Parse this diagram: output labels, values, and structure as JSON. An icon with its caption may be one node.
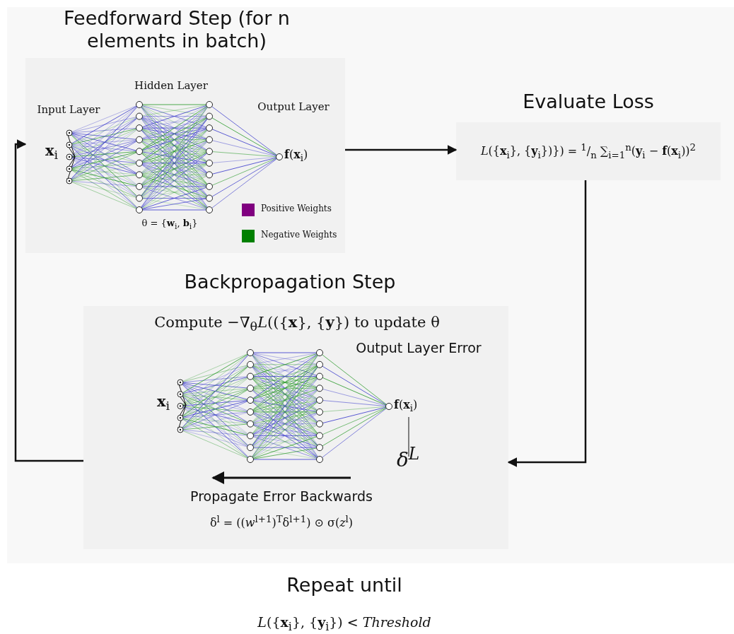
{
  "diagram": {
    "nodes": [
      {
        "text": [
          "Feedforward Step (for n elements in batch)",
          "Input Layer",
          "Hidden Layer",
          "Output Layer",
          "**x**$_{i}$",
          "**f**(**x**$_{i}$)",
          "θ = {**w**$_{i}$, **b**$_{i}$}"
        ]
      },
      {
        "text": [
          "Evaluate Loss",
          "*L*({**x**$_{i}$}, {**y**$_{i}$})}) = $^{1}$/$_{n}$ ∑$_{i=1}$$^{n}$(**y**$_{i}$ − **f**(**x**$_{i}$))$^{2}$"
        ]
      },
      {
        "text": [
          "Backpropagation Step",
          "Compute −∇$_{θ}$*L*(({**x**}, {**y**}) to update θ",
          "Output Layer Error",
          "**x**$_{i}$",
          "**f**(**x**$_{i}$)",
          "δ$^{L}$",
          "Propagate Error Backwards",
          "δ$^{l}$ = ((*w*$^{l+1}$)$^{T}$δ$^{l+1}$) ⊙ σ(*z*$^{l}$)"
        ]
      }
    ],
    "edges": [
      {
        "from": 0,
        "to": 1,
        "arrow": "to"
      },
      {
        "from": 1,
        "to": 2,
        "arrow": "to"
      },
      {
        "from": 2,
        "to": 0,
        "arrow": "to"
      }
    ],
    "labels": [
      "Repeat until",
      "*L*({**x**$_{i}$}, {**y**$_{i}$}) < *Threshold*"
    ],
    "legend": [
      {
        "text": "Positive Weights",
        "color": "#800080"
      },
      {
        "text": "Negative Weights",
        "color": "#008000"
      }
    ]
  }
}
